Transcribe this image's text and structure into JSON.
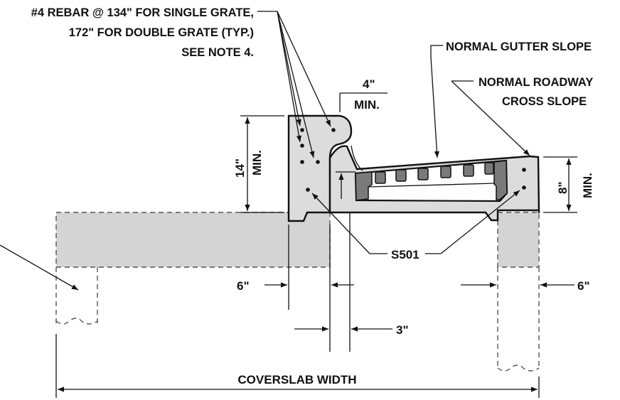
{
  "labels": {
    "rebar_line1": "#4 REBAR @ 134\" FOR SINGLE GRATE,",
    "rebar_line2": "172\" FOR DOUBLE GRATE (TYP.)",
    "rebar_line3": "SEE NOTE 4.",
    "gutter_slope": "NORMAL GUTTER SLOPE",
    "roadway_line1": "NORMAL ROADWAY",
    "roadway_line2": "CROSS SLOPE",
    "s501": "S501",
    "coverslab_width": "COVERSLAB WIDTH"
  },
  "dimensions": {
    "four_in": "4\"",
    "four_min": "MIN.",
    "fourteen_in": "14\"",
    "fourteen_min": "MIN.",
    "eight_in": "8\"",
    "eight_min": "MIN.",
    "six_left": "6\"",
    "six_right": "6\"",
    "three_in": "3\""
  },
  "colors": {
    "concrete": "#dcdcdc",
    "slab_fill": "#d4d4d4",
    "grate_bar": "#7a7a7a",
    "ink": "#111111"
  }
}
